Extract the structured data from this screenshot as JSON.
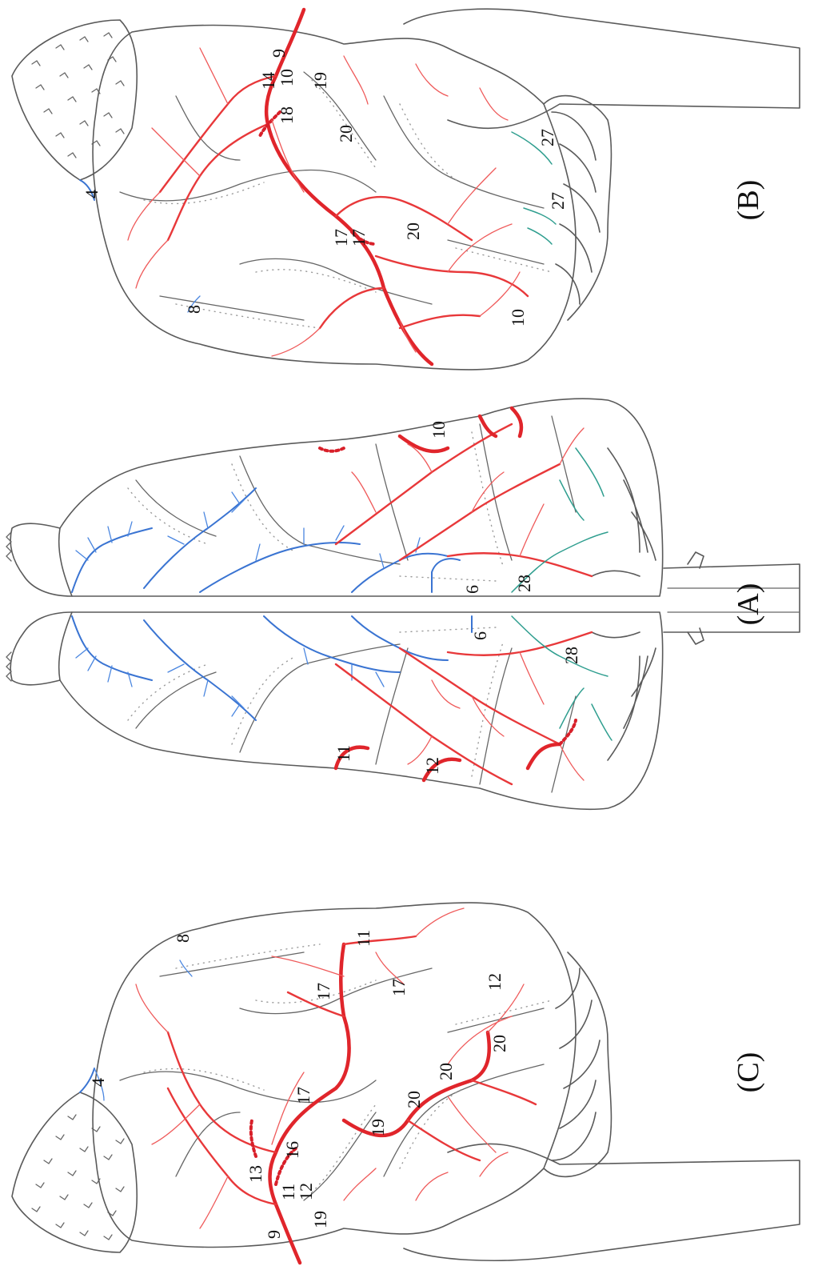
{
  "panels": {
    "A": {
      "label": "(A)",
      "numbers": [
        "6",
        "6",
        "28",
        "28",
        "10",
        "11",
        "12"
      ]
    },
    "B": {
      "label": "(B)",
      "numbers": [
        "9",
        "10",
        "14",
        "19",
        "18",
        "20",
        "4",
        "17",
        "17",
        "20",
        "27",
        "27",
        "8",
        "10"
      ]
    },
    "C": {
      "label": "(C)",
      "numbers": [
        "8",
        "11",
        "17",
        "17",
        "12",
        "4",
        "20",
        "20",
        "20",
        "17",
        "16",
        "19",
        "13",
        "11",
        "12",
        "19",
        "9"
      ]
    }
  },
  "colors": {
    "artery": "#e0252b",
    "blue_vessel": "#3a74d2",
    "teal_vessel": "#2f9e8f",
    "outline": "#5a5a5a"
  }
}
